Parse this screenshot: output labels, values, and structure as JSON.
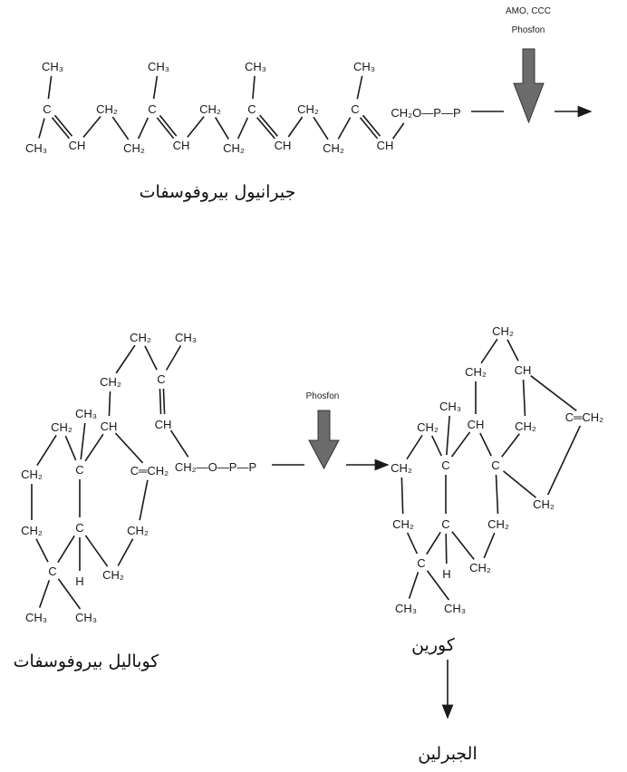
{
  "top": {
    "inhibitor_label": "AMO, CCC",
    "inhibitor_label2": "Phosfon",
    "molecule": {
      "name": "جيرانيول بيروفوسفات",
      "atoms": [
        "CH₃",
        "C",
        "CH₃",
        "CH",
        "CH₂",
        "CH₂",
        "CH₃",
        "C",
        "CH",
        "CH₂",
        "CH₂",
        "CH₃",
        "C",
        "CH",
        "CH₂",
        "CH₂",
        "CH₃",
        "C",
        "CH",
        "CH₂O—P—P"
      ]
    }
  },
  "bottom": {
    "inhibitor_label": "Phosfon",
    "copalyl": {
      "name": "كوباليل بيروفوسفات",
      "atoms": [
        "CH₂",
        "CH₃",
        "CH₂",
        "C",
        "CH₃",
        "CH",
        "CH",
        "CH₂",
        "C",
        "C═CH₂",
        "CH₂",
        "CH₂—O—P—P",
        "CH₂",
        "C",
        "CH₂",
        "C",
        "H",
        "CH₂",
        "CH₃",
        "CH₃"
      ]
    },
    "kaurene": {
      "name": "كورين",
      "atoms": [
        "CH₂",
        "CH₂",
        "CH",
        "CH₃",
        "CH₂",
        "CH",
        "CH₂",
        "C═CH₂",
        "CH₂",
        "C",
        "C",
        "CH₂",
        "CH₂",
        "C",
        "CH₂",
        "C",
        "H",
        "CH₂",
        "CH₃",
        "CH₃"
      ]
    },
    "product": "الجبرلين"
  },
  "colors": {
    "arrow_fill": "#6b6b6b",
    "ink": "#1a1a1a"
  }
}
